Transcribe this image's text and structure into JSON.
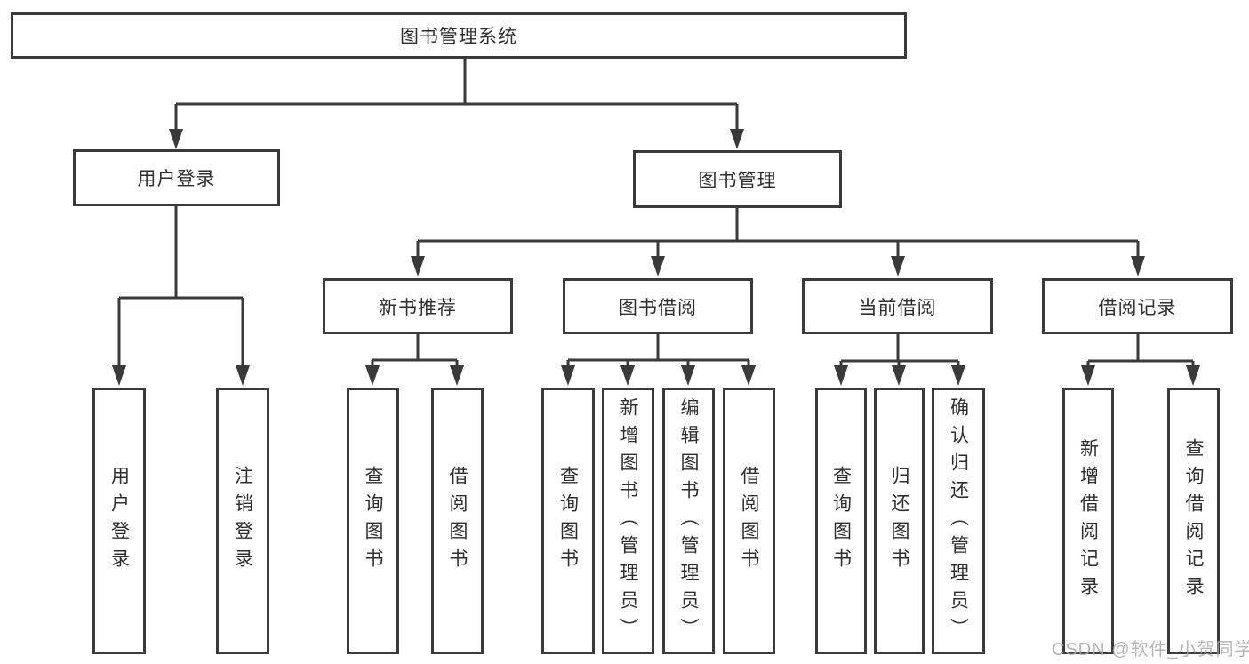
{
  "diagram": {
    "root": {
      "label": "图书管理系统"
    },
    "level2": [
      {
        "label": "用户登录",
        "children": [
          {
            "label": "用户登录"
          },
          {
            "label": "注销登录"
          }
        ]
      },
      {
        "label": "图书管理",
        "children": [
          {
            "label": "新书推荐",
            "children": [
              {
                "label": "查询图书"
              },
              {
                "label": "借阅图书"
              }
            ]
          },
          {
            "label": "图书借阅",
            "children": [
              {
                "label": "查询图书"
              },
              {
                "label": "新增图书（管理员）"
              },
              {
                "label": "编辑图书（管理员）"
              },
              {
                "label": "借阅图书"
              }
            ]
          },
          {
            "label": "当前借阅",
            "children": [
              {
                "label": "查询图书"
              },
              {
                "label": "归还图书"
              },
              {
                "label": "确认归还（管理员）"
              }
            ]
          },
          {
            "label": "借阅记录",
            "children": [
              {
                "label": "新增借阅记录"
              },
              {
                "label": "查询借阅记录"
              }
            ]
          }
        ]
      }
    ]
  },
  "watermark": {
    "text": "CSDN @软件_小贺同学",
    "color": "#a9a9a9"
  },
  "colors": {
    "line": "#3a3a3a",
    "box_border": "#3a3a3a",
    "box_fill": "#ffffff",
    "text": "#2e2e2e"
  }
}
